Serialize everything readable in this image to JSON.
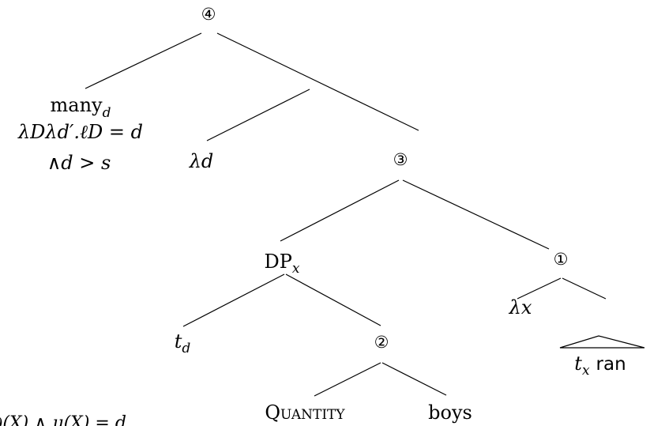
{
  "nodes": {
    "node4": "④",
    "node3": "③",
    "node2": "②",
    "node1": "①",
    "many": {
      "base": "many",
      "sub": "d"
    },
    "many_def_line1": "λDλd′.ℓD = d",
    "many_def_line2": "∧d > s",
    "lambda_d": "λd",
    "dp": {
      "base": "DP",
      "sub": "x"
    },
    "t_d": {
      "base": "t",
      "sub": "d"
    },
    "lambda_x": "λx",
    "t_x_ran": {
      "base": "t",
      "sub": "x",
      "rest": "ran"
    },
    "quantity": "Quantity",
    "boys": "boys",
    "cut_off_text": "∂(X) ∧ μ(X) = d"
  }
}
